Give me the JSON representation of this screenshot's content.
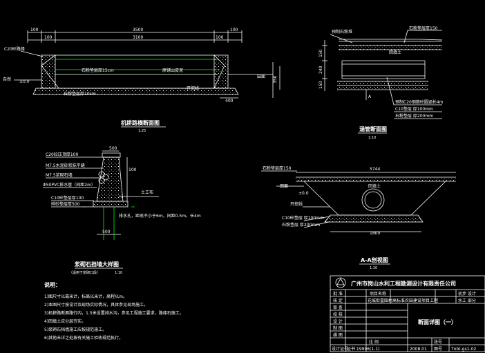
{
  "drawing1": {
    "title": "机耕路横断面图",
    "scale": "1:25",
    "dims": {
      "top_total": "3500",
      "top_inner": "3100",
      "left_a": "100",
      "left_b": "100",
      "right_a": "100",
      "right_b": "100",
      "bottom": "400",
      "height": "350"
    },
    "labels": {
      "c20_base": "C20砼路缘",
      "gravel_cushion": "石粉垫层厚15cm",
      "surface": "原铺山皮泥",
      "elev_left": "±0.0",
      "left_ground": "自然",
      "right_ground": "田面",
      "gravel_bottom": "石粉垫层厚10cm",
      "cut": "开挖线"
    }
  },
  "drawing2": {
    "title": "涵管断面图",
    "scale": "1:10",
    "dims": {
      "top": "石粉垫层厚150",
      "h1": "150",
      "h2": "240",
      "h3": "150"
    },
    "labels": {
      "backfill": "预制石粉堆",
      "soil": "回填土",
      "precast": "预制C20钢筋砼圆涵长4m",
      "c10": "C10垫层 厚100mm",
      "gravel": "石粉垫层 厚200mm"
    }
  },
  "drawing3": {
    "title": "浆砌石挡墙大样图",
    "subtitle": "（适用于浆砌口段）",
    "scale": "1:10",
    "labels": {
      "cap": "C20砼压顶厚100",
      "mortar": "M7.5水泥砂浆抹平缝",
      "stone": "M7.5浆砌石墙",
      "pipe": "Φ50PVC排水管（间距2m）",
      "c10": "C10砼垫层厚100",
      "gravel": "碎砂垫层厚500",
      "fill": "土工布",
      "note": "排水孔，距底不小于6m，间距0.5m，长4m",
      "w1": "500",
      "w2": "500",
      "d1": "100"
    }
  },
  "drawing4": {
    "title": "A-A剖视图",
    "scale": "1:10",
    "dims": {
      "top_gravel": "石粉垫层厚150",
      "width_top": "5744",
      "width_bottom": "1800"
    },
    "labels": {
      "surface": "田面",
      "soil": "回填土",
      "cut": "开挖线",
      "c10": "C10砼垫层 厚100mm",
      "gravel": "石粉垫层 厚200mm",
      "elev": "±0.0"
    }
  },
  "notes": {
    "heading": "说明：",
    "lines": [
      "1)图尺寸以毫米计，标高以米计，高程以m。",
      "2)本图尺寸按设计及现场实际情况，具体参见现场施工。",
      "3)机耕路断面路行内，1.5米设置排水沟，参见工程施工要求，路缘石施工。",
      "4)回填土应分层夯实。",
      "5)浆砌石挡墙施工应按规范施工。",
      "6)其他未详之处按有关施工验收规范执行。"
    ]
  },
  "title_block": {
    "company": "广州市岗山水利工程勘测设计有限责任公司",
    "sheet_title": "断面详图（一）",
    "row_labels": [
      "批 准",
      "核 定",
      "审 查",
      "校 核",
      "设 计",
      "制 图",
      "描 图",
      "设计证号"
    ],
    "project_label": "项目名称",
    "project_name": "花城街富围村高标准农田建设项目工程",
    "phase": "初步 设计",
    "discipline": "水工 部分",
    "scale_label": "比 例",
    "date": "2008.01",
    "sheet_no_label": "图号",
    "sheet_no": "Tnbt-gs1-02",
    "cert_no": "证书 19996(1-1)",
    "sheet_label": "张号"
  }
}
